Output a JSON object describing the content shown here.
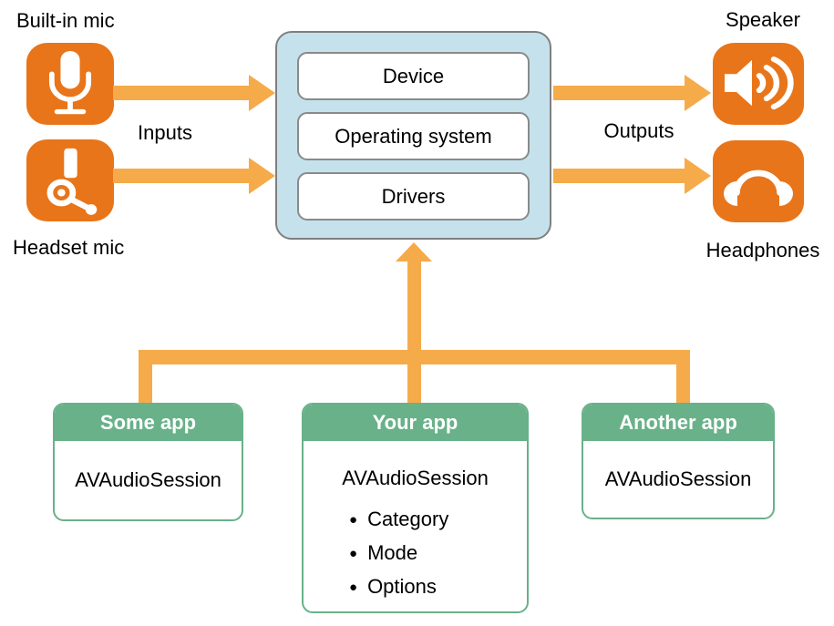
{
  "diagram": {
    "labels": {
      "built_in_mic": "Built-in mic",
      "headset_mic": "Headset mic",
      "speaker": "Speaker",
      "headphones": "Headphones",
      "inputs": "Inputs",
      "outputs": "Outputs"
    },
    "system_stack": {
      "layers": [
        "Device",
        "Operating system",
        "Drivers"
      ]
    },
    "apps": [
      {
        "title": "Some app",
        "class_name": "AVAudioSession",
        "bullets": []
      },
      {
        "title": "Your app",
        "class_name": "AVAudioSession",
        "bullets": [
          "Category",
          "Mode",
          "Options"
        ]
      },
      {
        "title": "Another app",
        "class_name": "AVAudioSession",
        "bullets": []
      }
    ],
    "icons": {
      "built_in_mic": "microphone-icon",
      "headset_mic": "headset-mic-icon",
      "speaker": "speaker-waves-icon",
      "headphones": "headphones-icon"
    },
    "colors": {
      "device_icon_orange": "#E8751A",
      "arrow_orange": "#F6AB4A",
      "panel_blue_fill": "#C5E2EC",
      "panel_border_gray": "#7F7F7F",
      "app_header_green": "#68B189",
      "text_black": "#000000",
      "card_fill_white": "#FFFFFF"
    }
  }
}
